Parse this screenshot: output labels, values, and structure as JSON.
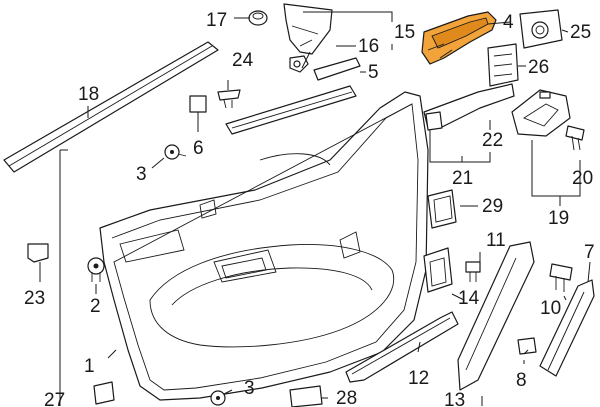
{
  "colors": {
    "highlight": "#f2a33a",
    "highlight_dark": "#e08a1e",
    "line": "#1a1a1a",
    "background": "#ffffff"
  },
  "callouts": [
    {
      "key": "c1",
      "number": "1"
    },
    {
      "key": "c2",
      "number": "2"
    },
    {
      "key": "c3a",
      "number": "3"
    },
    {
      "key": "c3b",
      "number": "3"
    },
    {
      "key": "c4",
      "number": "4"
    },
    {
      "key": "c5",
      "number": "5"
    },
    {
      "key": "c6",
      "number": "6"
    },
    {
      "key": "c7",
      "number": "7"
    },
    {
      "key": "c8",
      "number": "8"
    },
    {
      "key": "c10",
      "number": "10"
    },
    {
      "key": "c11",
      "number": "11"
    },
    {
      "key": "c12",
      "number": "12"
    },
    {
      "key": "c13",
      "number": "13"
    },
    {
      "key": "c14",
      "number": "14"
    },
    {
      "key": "c15",
      "number": "15"
    },
    {
      "key": "c16",
      "number": "16"
    },
    {
      "key": "c17",
      "number": "17"
    },
    {
      "key": "c18",
      "number": "18"
    },
    {
      "key": "c19",
      "number": "19"
    },
    {
      "key": "c20",
      "number": "20"
    },
    {
      "key": "c21",
      "number": "21"
    },
    {
      "key": "c22",
      "number": "22"
    },
    {
      "key": "c23",
      "number": "23"
    },
    {
      "key": "c24",
      "number": "24"
    },
    {
      "key": "c25",
      "number": "25"
    },
    {
      "key": "c26",
      "number": "26"
    },
    {
      "key": "c27",
      "number": "27"
    },
    {
      "key": "c28",
      "number": "28"
    },
    {
      "key": "c29",
      "number": "29"
    }
  ]
}
